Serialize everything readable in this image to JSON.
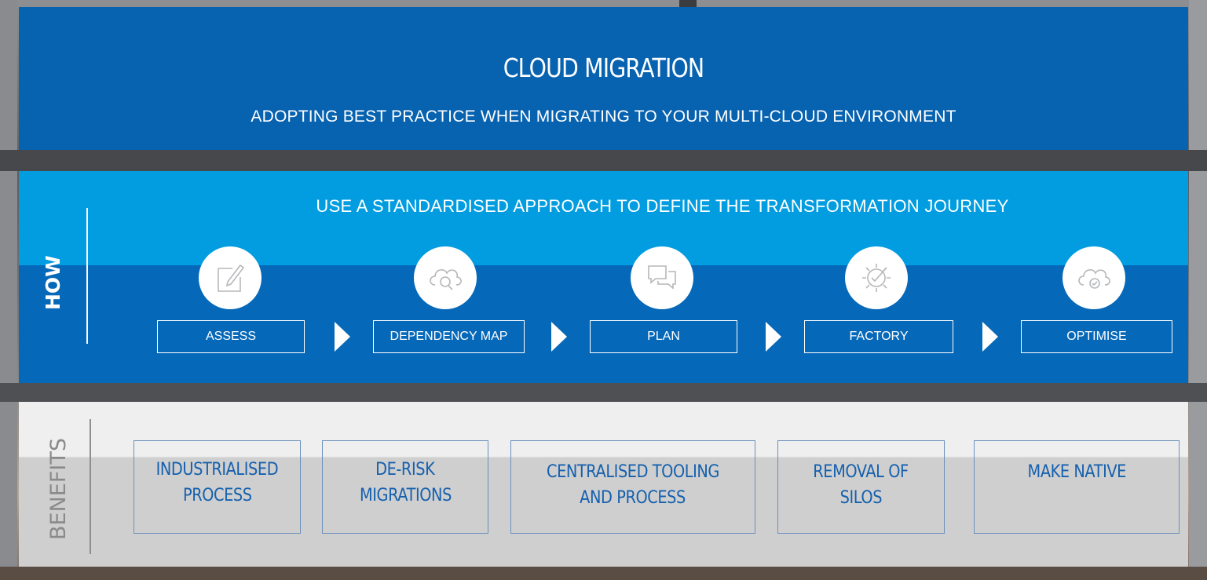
{
  "header": {
    "title": "CLOUD MIGRATION",
    "subtitle": "ADOPTING BEST PRACTICE WHEN MIGRATING TO YOUR MULTI-CLOUD ENVIRONMENT"
  },
  "how": {
    "label": "HOW",
    "heading": "USE A STANDARDISED APPROACH TO DEFINE THE TRANSFORMATION JOURNEY",
    "steps": [
      {
        "label": "ASSESS",
        "icon": "edit-note-icon"
      },
      {
        "label": "DEPENDENCY MAP",
        "icon": "cloud-search-icon"
      },
      {
        "label": "PLAN",
        "icon": "chat-bubbles-icon"
      },
      {
        "label": "FACTORY",
        "icon": "gear-check-icon"
      },
      {
        "label": "OPTIMISE",
        "icon": "cloud-check-icon"
      }
    ]
  },
  "benefits": {
    "label": "BENEFITS",
    "items": [
      {
        "line1": "INDUSTRIALISED",
        "line2": "PROCESS"
      },
      {
        "line1": "DE-RISK",
        "line2": "MIGRATIONS"
      },
      {
        "line1": "CENTRALISED TOOLING",
        "line2": "AND PROCESS"
      },
      {
        "line1": "REMOVAL OF",
        "line2": "SILOS"
      },
      {
        "line1": "MAKE NATIVE",
        "line2": ""
      }
    ]
  },
  "colors": {
    "header_blue": "#0762b0",
    "how_light_blue": "#019de0",
    "how_dark_blue": "#0668b8",
    "benefit_text_blue": "#1560ae"
  }
}
